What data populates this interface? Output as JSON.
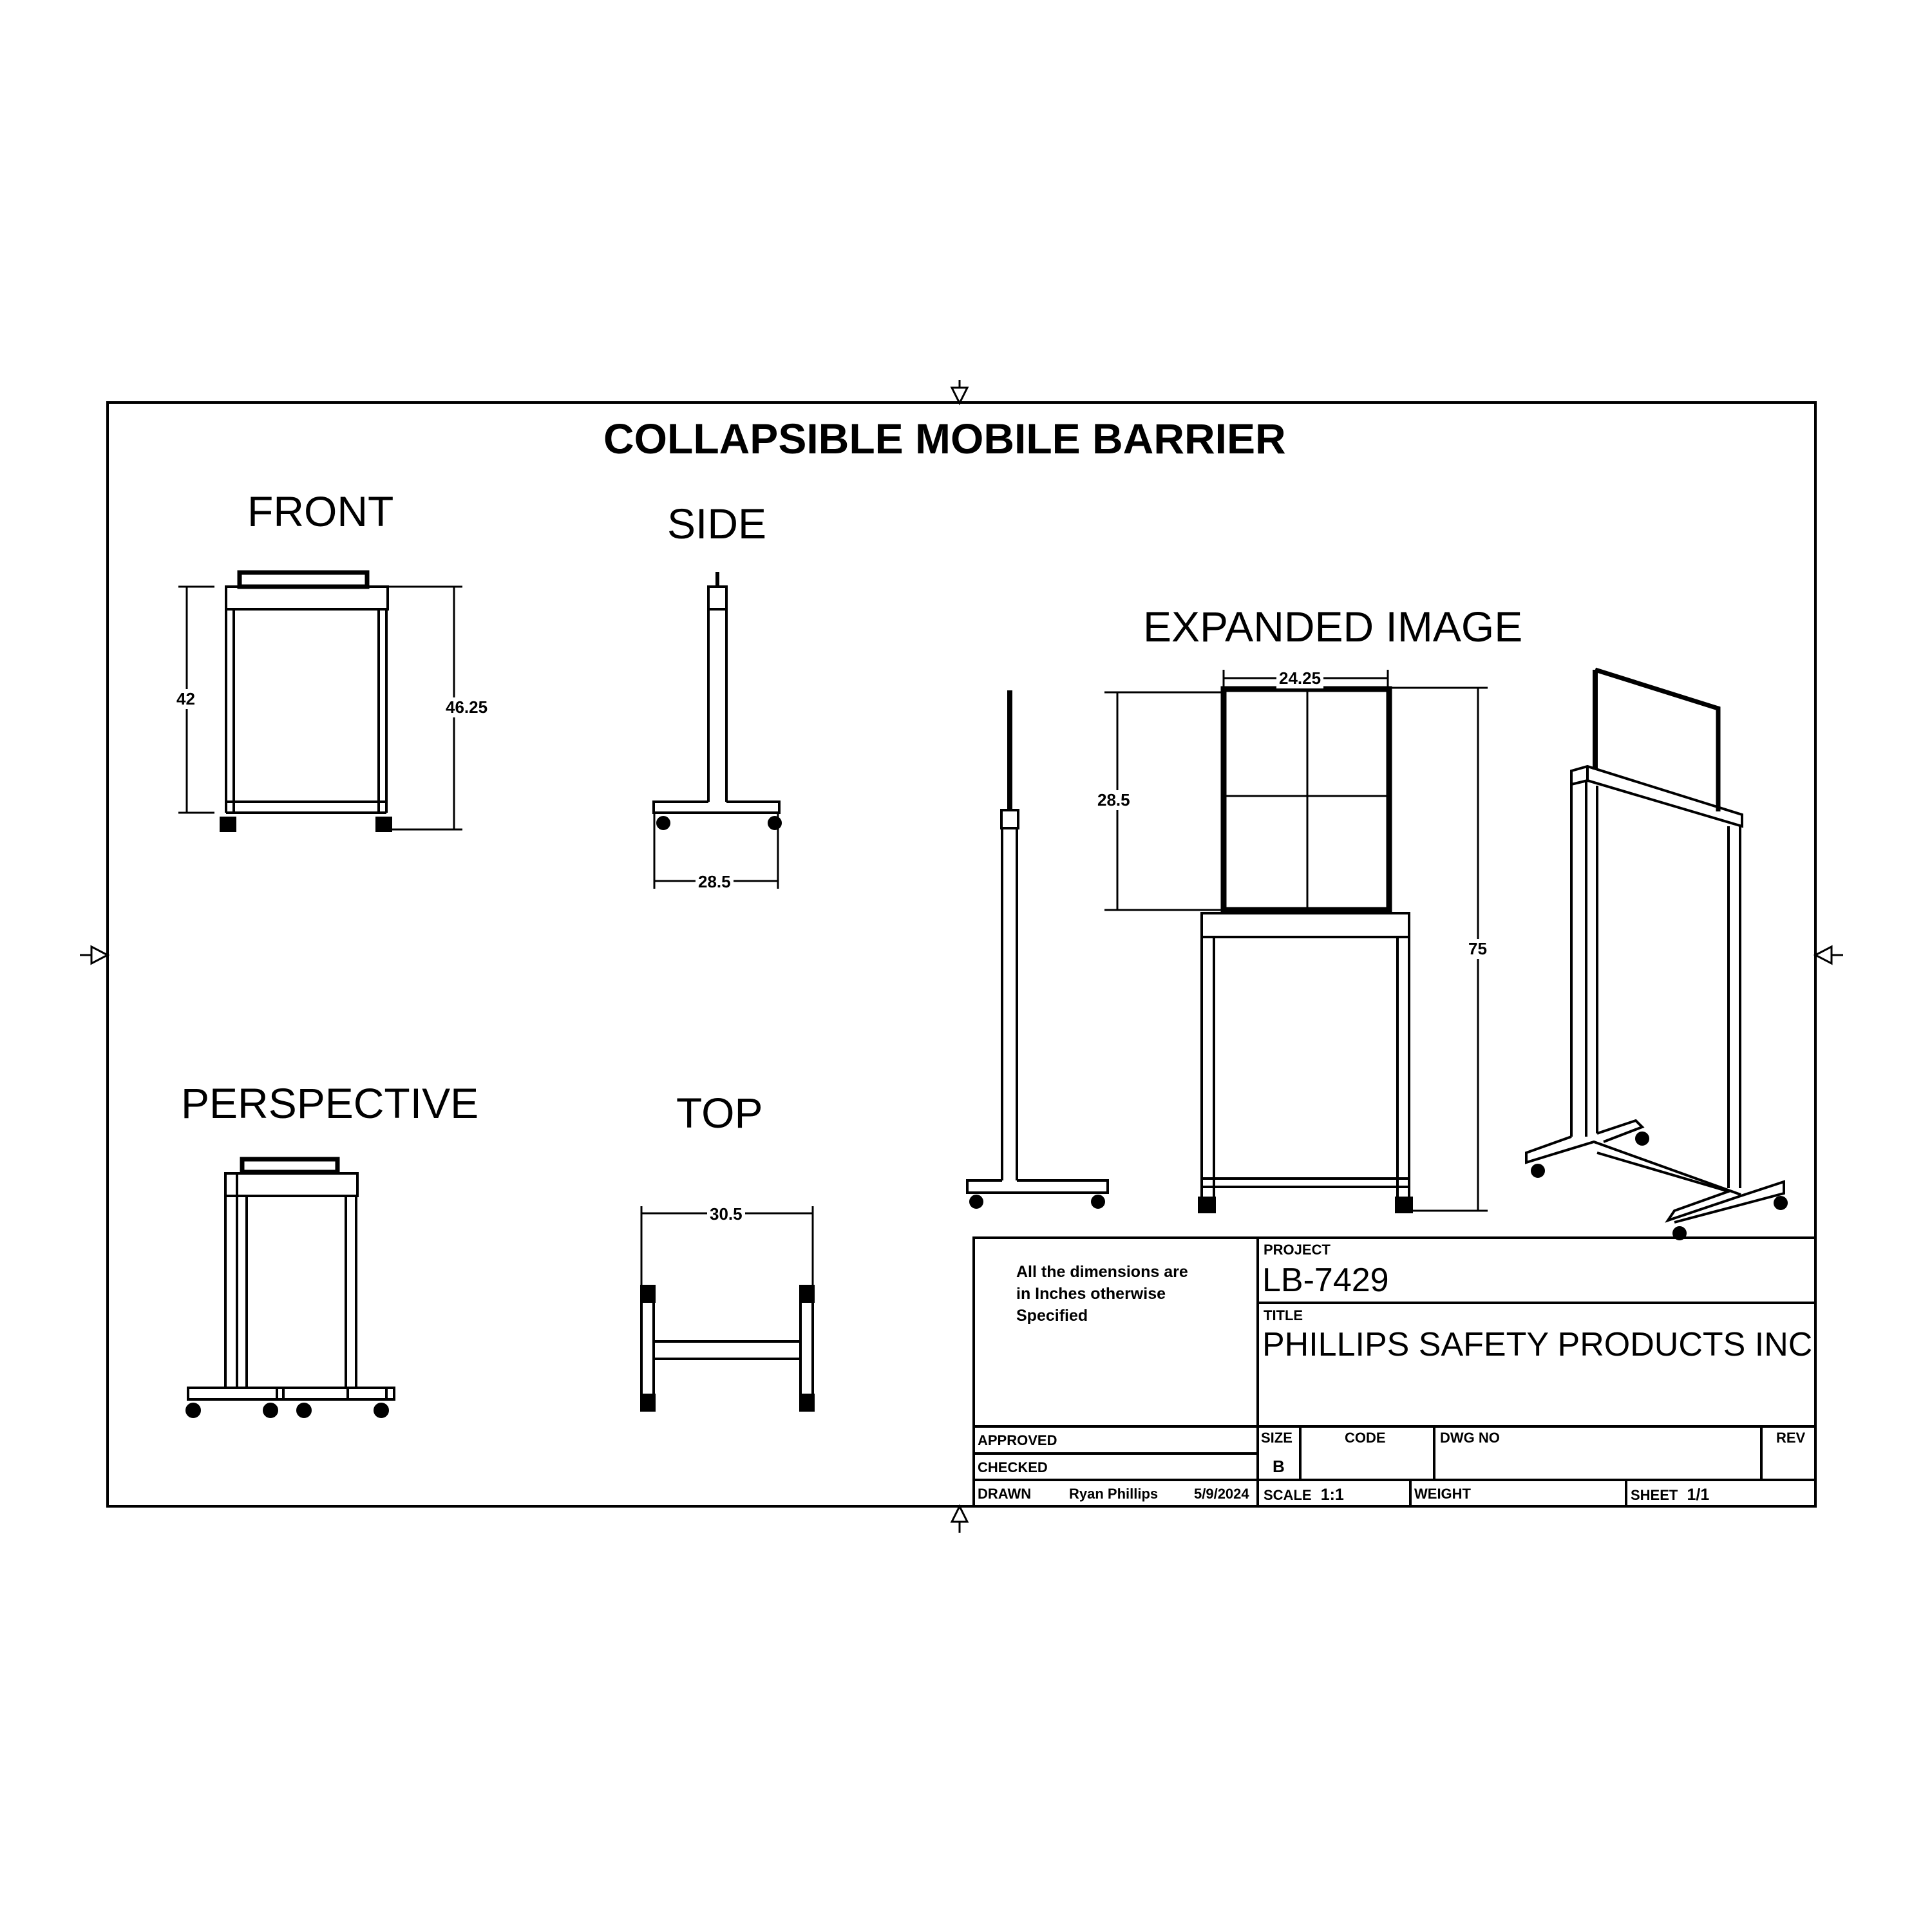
{
  "drawing": {
    "title": "COLLAPSIBLE MOBILE BARRIER",
    "views": {
      "front": {
        "label": "FRONT",
        "dims": {
          "height_inner": "42",
          "height_total": "46.25"
        }
      },
      "side": {
        "label": "SIDE",
        "dims": {
          "base_width": "28.5"
        }
      },
      "perspective": {
        "label": "PERSPECTIVE"
      },
      "top": {
        "label": "TOP",
        "dims": {
          "width": "30.5"
        }
      },
      "expanded": {
        "label": "EXPANDED IMAGE",
        "dims": {
          "panel_width": "24.25",
          "panel_height": "28.5",
          "total_height": "75"
        }
      }
    }
  },
  "title_block": {
    "note": [
      "All the dimensions are",
      "in Inches otherwise",
      "Specified"
    ],
    "project_label": "PROJECT",
    "project_value": "LB-7429",
    "title_label": "TITLE",
    "title_value": "PHILLIPS SAFETY PRODUCTS INC",
    "approved_label": "APPROVED",
    "checked_label": "CHECKED",
    "drawn_label": "DRAWN",
    "drawn_by": "Ryan Phillips",
    "drawn_date": "5/9/2024",
    "size_label": "SIZE",
    "size_value": "B",
    "code_label": "CODE",
    "dwg_no_label": "DWG NO",
    "rev_label": "REV",
    "scale_label": "SCALE",
    "scale_value": "1:1",
    "weight_label": "WEIGHT",
    "sheet_label": "SHEET",
    "sheet_value": "1/1"
  }
}
